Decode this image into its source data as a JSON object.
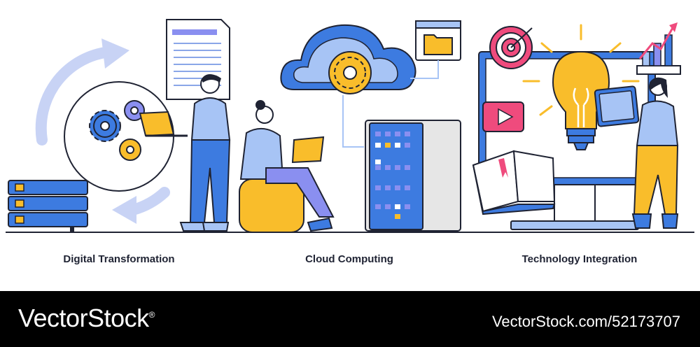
{
  "captions": {
    "digital": "Digital Transformation",
    "cloud": "Cloud Computing",
    "tech": "Technology Integration"
  },
  "footer": {
    "brand": "VectorStock",
    "registered": "®",
    "credit": "VectorStock.com/52173707"
  },
  "colors": {
    "blue": "#3d7be0",
    "light_blue": "#a7c4f5",
    "yellow": "#f9bd2b",
    "outline": "#1f2333",
    "purple": "#8a8ff0",
    "pink": "#ef4b7d",
    "footer_bg": "#000000"
  },
  "icons": [
    "gear-icon",
    "folder-icon",
    "cloud-icon",
    "server-icon",
    "lightbulb-icon",
    "target-icon",
    "play-icon",
    "book-icon",
    "chart-icon",
    "laptop-icon",
    "tablet-icon"
  ]
}
